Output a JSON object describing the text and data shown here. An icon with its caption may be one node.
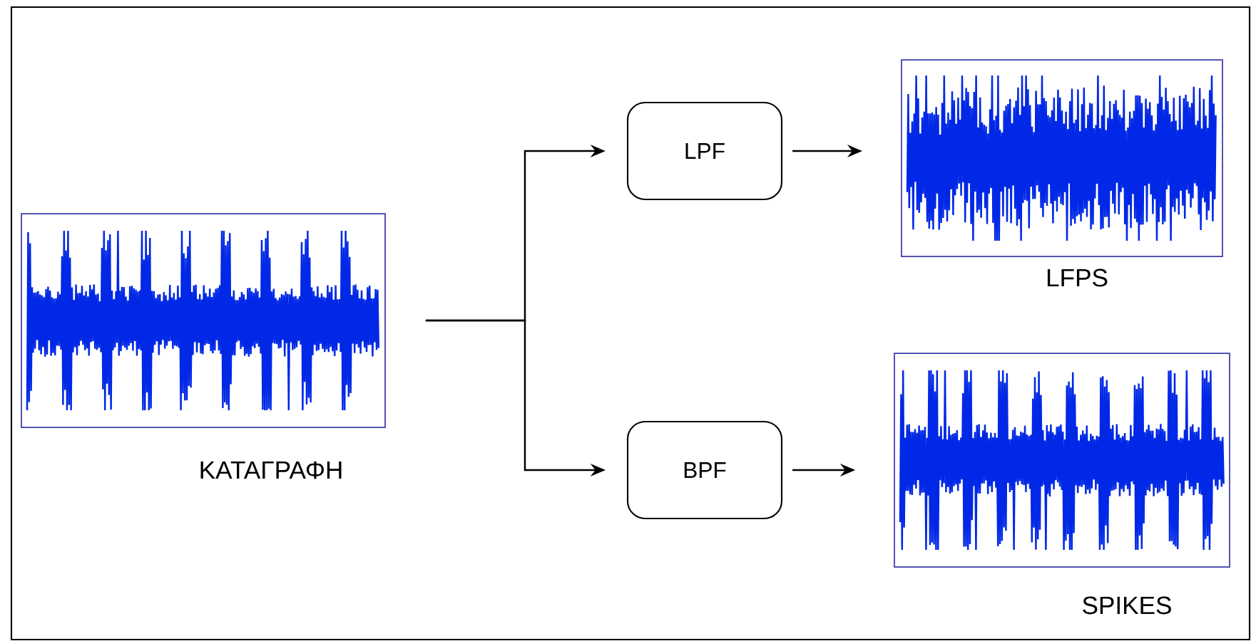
{
  "diagram": {
    "nodes": [
      {
        "text": [],
        "shape": "picture",
        "beside": [
          "ΚΑΤΑΓΡΑΦΗ"
        ]
      },
      {
        "text": [
          "LPF"
        ]
      },
      {
        "text": [
          "BPF"
        ]
      },
      {
        "text": [],
        "shape": "picture",
        "beside": [
          "LFPS"
        ]
      },
      {
        "text": [],
        "shape": "picture",
        "beside": [
          "SPIKES"
        ]
      }
    ],
    "edges": [
      {
        "from": 0,
        "to": 1,
        "arrow": "to"
      },
      {
        "from": 0,
        "to": 2,
        "arrow": "to"
      },
      {
        "from": 1,
        "to": 3,
        "arrow": "to"
      },
      {
        "from": 2,
        "to": 4,
        "arrow": "to"
      }
    ]
  }
}
